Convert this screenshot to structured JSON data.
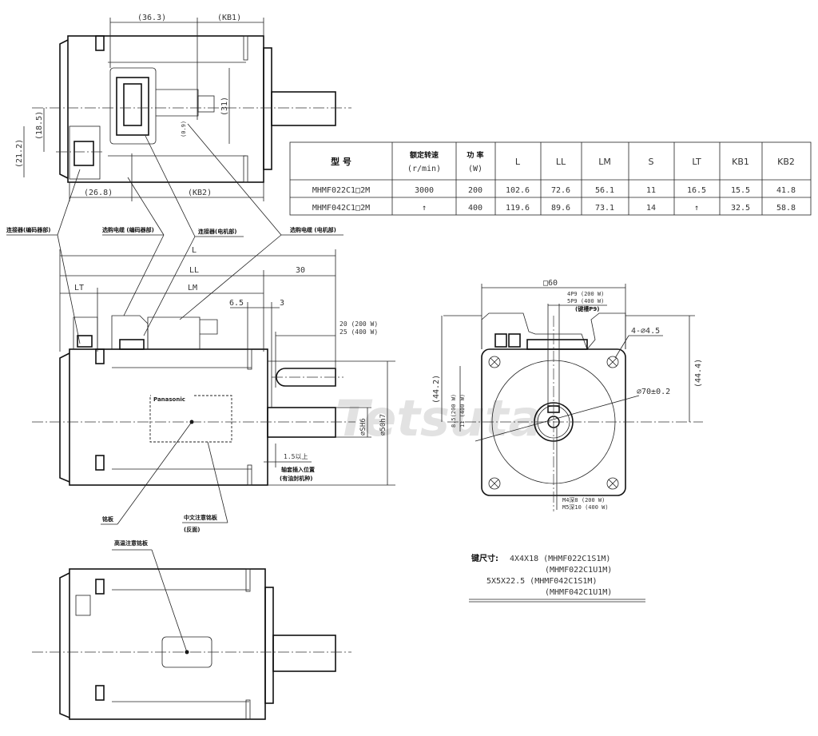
{
  "watermark": "Tetsuta",
  "top_view": {
    "dim_36_3": "(36.3)",
    "dim_kb1": "(KB1)",
    "dim_26_8": "(26.8)",
    "dim_kb2": "(KB2)",
    "dim_18_5": "(18.5)",
    "dim_21_2": "(21.2)",
    "dim_31": "(31)",
    "dim_0_9": "(0.9)"
  },
  "callouts": {
    "encoder_connector": "连接器(编码器部)",
    "encoder_cable": "选购电缆 (编码器部)",
    "motor_connector": "连接器(电机部)",
    "motor_cable": "选购电缆 (电机部)",
    "nameplate": "铭板",
    "cn_caution_plate": "中文注意铭板",
    "cn_caution_plate_note": "(反面)",
    "high_temp_plate": "高温注意铭板",
    "bushing_pos": "轴套插入位置",
    "bushing_note": "(有油封机种)",
    "min_1_5": "1.5以上"
  },
  "table": {
    "headers": [
      {
        "l1": "型  号",
        "l2": ""
      },
      {
        "l1": "额定转速",
        "l2": "(r/min)"
      },
      {
        "l1": "功 率",
        "l2": "(W)"
      },
      {
        "l1": "L"
      },
      {
        "l1": "LL"
      },
      {
        "l1": "LM"
      },
      {
        "l1": "S"
      },
      {
        "l1": "LT"
      },
      {
        "l1": "KB1"
      },
      {
        "l1": "KB2"
      }
    ],
    "rows": [
      [
        "MHMF022C1□2M",
        "3000",
        "200",
        "102.6",
        "72.6",
        "56.1",
        "11",
        "16.5",
        "15.5",
        "41.8"
      ],
      [
        "MHMF042C1□2M",
        "↑",
        "400",
        "119.6",
        "89.6",
        "73.1",
        "14",
        "↑",
        "32.5",
        "58.8"
      ]
    ]
  },
  "side_view": {
    "dim_L": "L",
    "dim_LL": "LL",
    "dim_30": "30",
    "dim_LT": "LT",
    "dim_LM": "LM",
    "dim_6_5": "6.5",
    "dim_3": "3",
    "key_len_200": "20 (200 W)",
    "key_len_400": "25 (400 W)",
    "shaft_dia": "⌀SH6",
    "flange_dia": "⌀50h7",
    "logo": "Panasonic"
  },
  "front_view": {
    "dim_sq": "□60",
    "key_w_200": "4P9 (200 W)",
    "key_w_400": "5P9 (400 W)",
    "keyway": "(键槽P9)",
    "holes": "4-⌀4.5",
    "pcd": "⌀70±0.2",
    "dim_44_4": "(44.4)",
    "dim_44_2": "(44.2)",
    "dim_h_200": "8.5(200 W)",
    "dim_h_400": "11 (400 W)",
    "tap_200": "M4深8 (200 W)",
    "tap_400": "M5深10 (400 W)"
  },
  "key_notes": {
    "label": "键尺寸:",
    "l1": "4X4X18 (MHMF022C1S1M)",
    "l2": "(MHMF022C1U1M)",
    "l3": "5X5X22.5 (MHMF042C1S1M)",
    "l4": "(MHMF042C1U1M)"
  }
}
